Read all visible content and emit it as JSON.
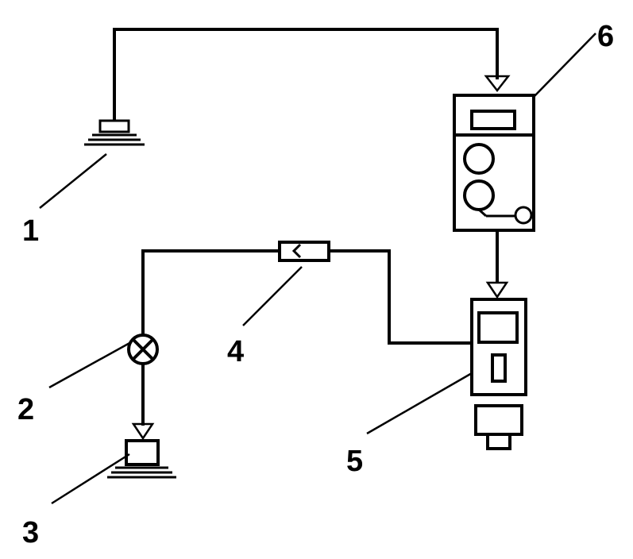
{
  "diagram": {
    "labels": {
      "n1": "1",
      "n2": "2",
      "n3": "3",
      "n4": "4",
      "n5": "5",
      "n6": "6"
    }
  }
}
